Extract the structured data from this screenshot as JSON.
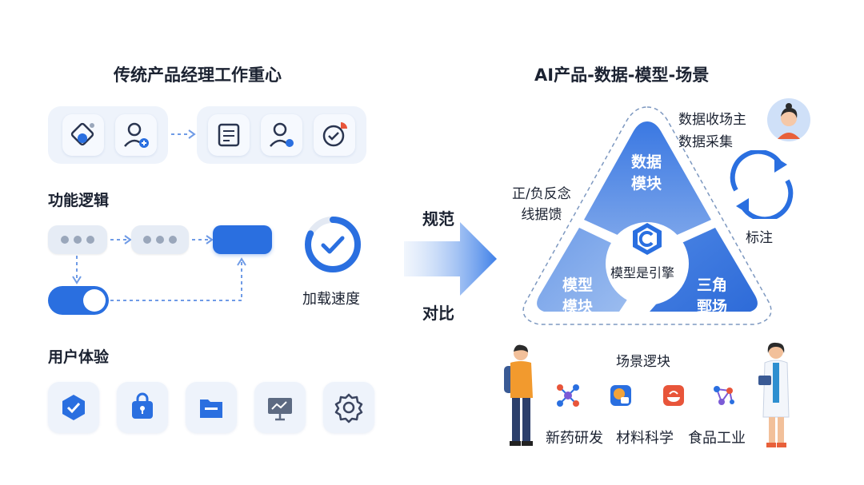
{
  "left": {
    "title": "传统产品经理工作重心",
    "sections": {
      "logic": "功能逻辑",
      "ux": "用户体验"
    },
    "speed_label": "加载速度",
    "icons_row1": [
      "diamond-flow-icon",
      "add-user-icon",
      "note-icon",
      "user-status-icon",
      "check-timer-icon"
    ],
    "ux_icons": [
      "shield-check-icon",
      "lock-bag-icon",
      "folder-icon",
      "presentation-icon",
      "gear-icon"
    ]
  },
  "middle": {
    "top_label": "规范",
    "bottom_label": "对比"
  },
  "right": {
    "title": "AI产品-数据-模型-场景",
    "data_module": "数据\n模块",
    "model_module": "模型\n模块",
    "triangle_module": "三角\n鄄场",
    "center": "模型是引擎",
    "feedback": "正/负反念\n线据馈",
    "data_owner": "数据收场主\n数据采集",
    "annotate": "标注",
    "scene_label": "场景逻块",
    "apps": [
      "新药研发",
      "材料科学",
      "食品工业"
    ],
    "colors": {
      "accent": "#2a6fe0",
      "triangle_light": "#7ea6ea",
      "triangle_dark": "#2f6ddc"
    }
  }
}
